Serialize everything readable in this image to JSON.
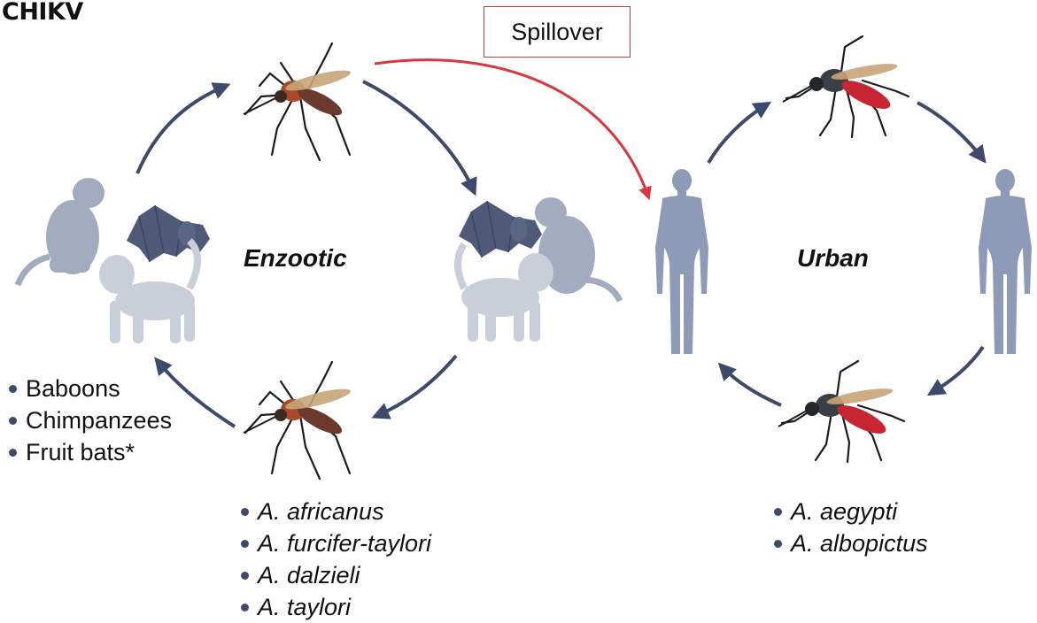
{
  "title": "CHIKV",
  "spillover_label": "Spillover",
  "enzootic_label": "Enzootic",
  "urban_label": "Urban",
  "hosts": [
    "Baboons",
    "Chimpanzees",
    "Fruit bats*"
  ],
  "enzootic_vectors": [
    "A. africanus",
    "A. furcifer-taylori",
    "A. dalzieli",
    "A. taylori"
  ],
  "urban_vectors": [
    "A. aegypti",
    "A. albopictus"
  ],
  "colors": {
    "cycle_arrow": "#3d4a6b",
    "spillover_arrow": "#d9373f",
    "human": "#8e9bb8",
    "primate": "#a3abbf",
    "baboon": "#c9ced9",
    "bat": "#4f5a78",
    "mosquito_enzootic_body": "#a8492a",
    "mosquito_urban_abdomen": "#c62631"
  }
}
